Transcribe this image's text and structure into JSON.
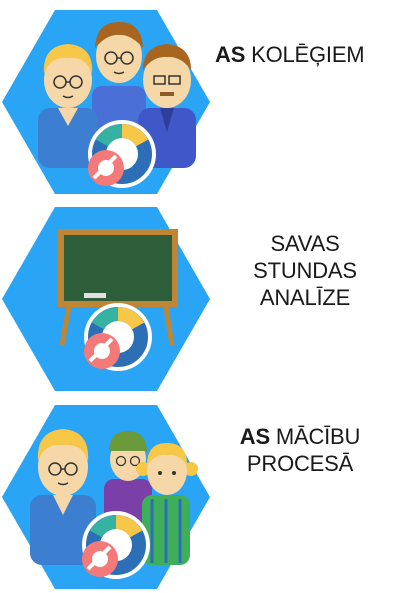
{
  "items": [
    {
      "bold": "AS",
      "text": "KOLĒĢIEM",
      "icon": "teachers-chart-icon"
    },
    {
      "line1": "SAVAS",
      "line2": "STUNDAS",
      "line3": "ANALĪZE",
      "icon": "chalkboard-chart-icon"
    },
    {
      "bold": "AS",
      "text": "MĀCĪBU",
      "line2": "PROCESĀ",
      "icon": "students-chart-icon"
    }
  ],
  "colors": {
    "hexagon": "#2aa4f4",
    "skin": "#f5d7a8",
    "hair_yellow": "#f7c747",
    "hair_brown": "#a8651f",
    "board": "#2e5d3a",
    "board_frame": "#c08534",
    "donut_green": "#35b2a2",
    "donut_yellow": "#f7c747",
    "donut_blue": "#2d6fb7",
    "donut_red": "#f47a7a"
  }
}
